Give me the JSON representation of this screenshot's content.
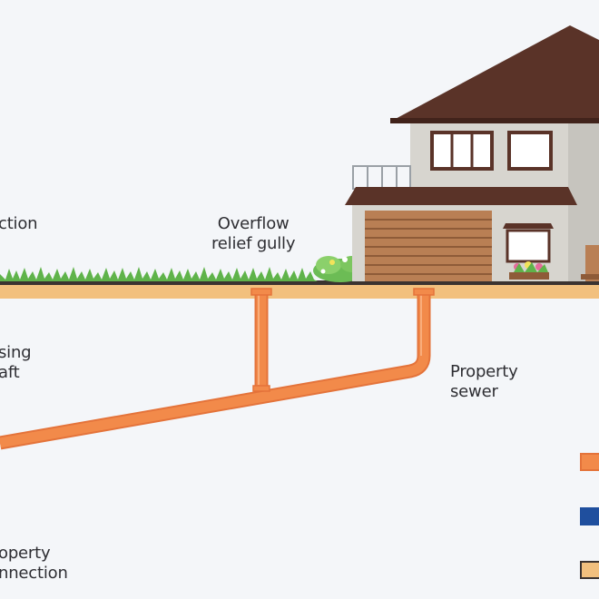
{
  "labels": {
    "connection_top": "ction",
    "overflow_line1": "Overflow",
    "overflow_line2": "relief gully",
    "shaft_line1": "sing",
    "shaft_line2": "aft",
    "property_sewer_line1": "Property",
    "property_sewer_line2": "sewer",
    "property_connection_line1": "operty",
    "property_connection_line2": "nnection"
  },
  "colors": {
    "background": "#f4f6f9",
    "pipe": "#f28a4a",
    "pipe_outline": "#e4733a",
    "ground": "#f2c07e",
    "ground_line": "#3b3330",
    "grass": "#5fb34a",
    "roof": "#5a3328",
    "wall": "#d7d5cf",
    "garage": "#b97f54",
    "legend_blue": "#1f4f9e"
  },
  "legend": [
    {
      "color": "#f28a4a",
      "border": "#e4733a"
    },
    {
      "color": "#1f4f9e",
      "border": "#1f4f9e"
    },
    {
      "color": "#f2c07e",
      "border": "#3b3330"
    }
  ]
}
